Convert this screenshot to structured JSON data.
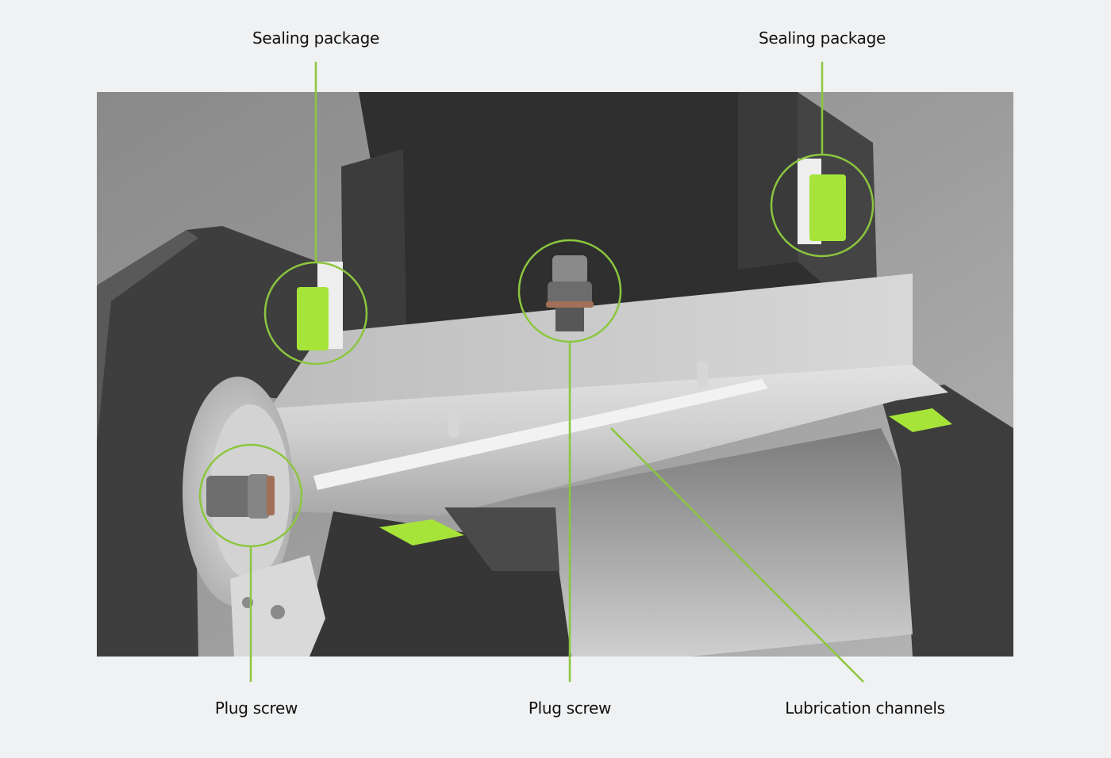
{
  "callouts": {
    "top_left": "Sealing package",
    "top_right": "Sealing package",
    "bottom_left": "Plug screw",
    "bottom_center": "Plug screw",
    "bottom_right": "Lubrication channels"
  },
  "colors": {
    "accent": "#8cc63f",
    "seal": "#a6e43a",
    "background": "#f0f1f2"
  }
}
